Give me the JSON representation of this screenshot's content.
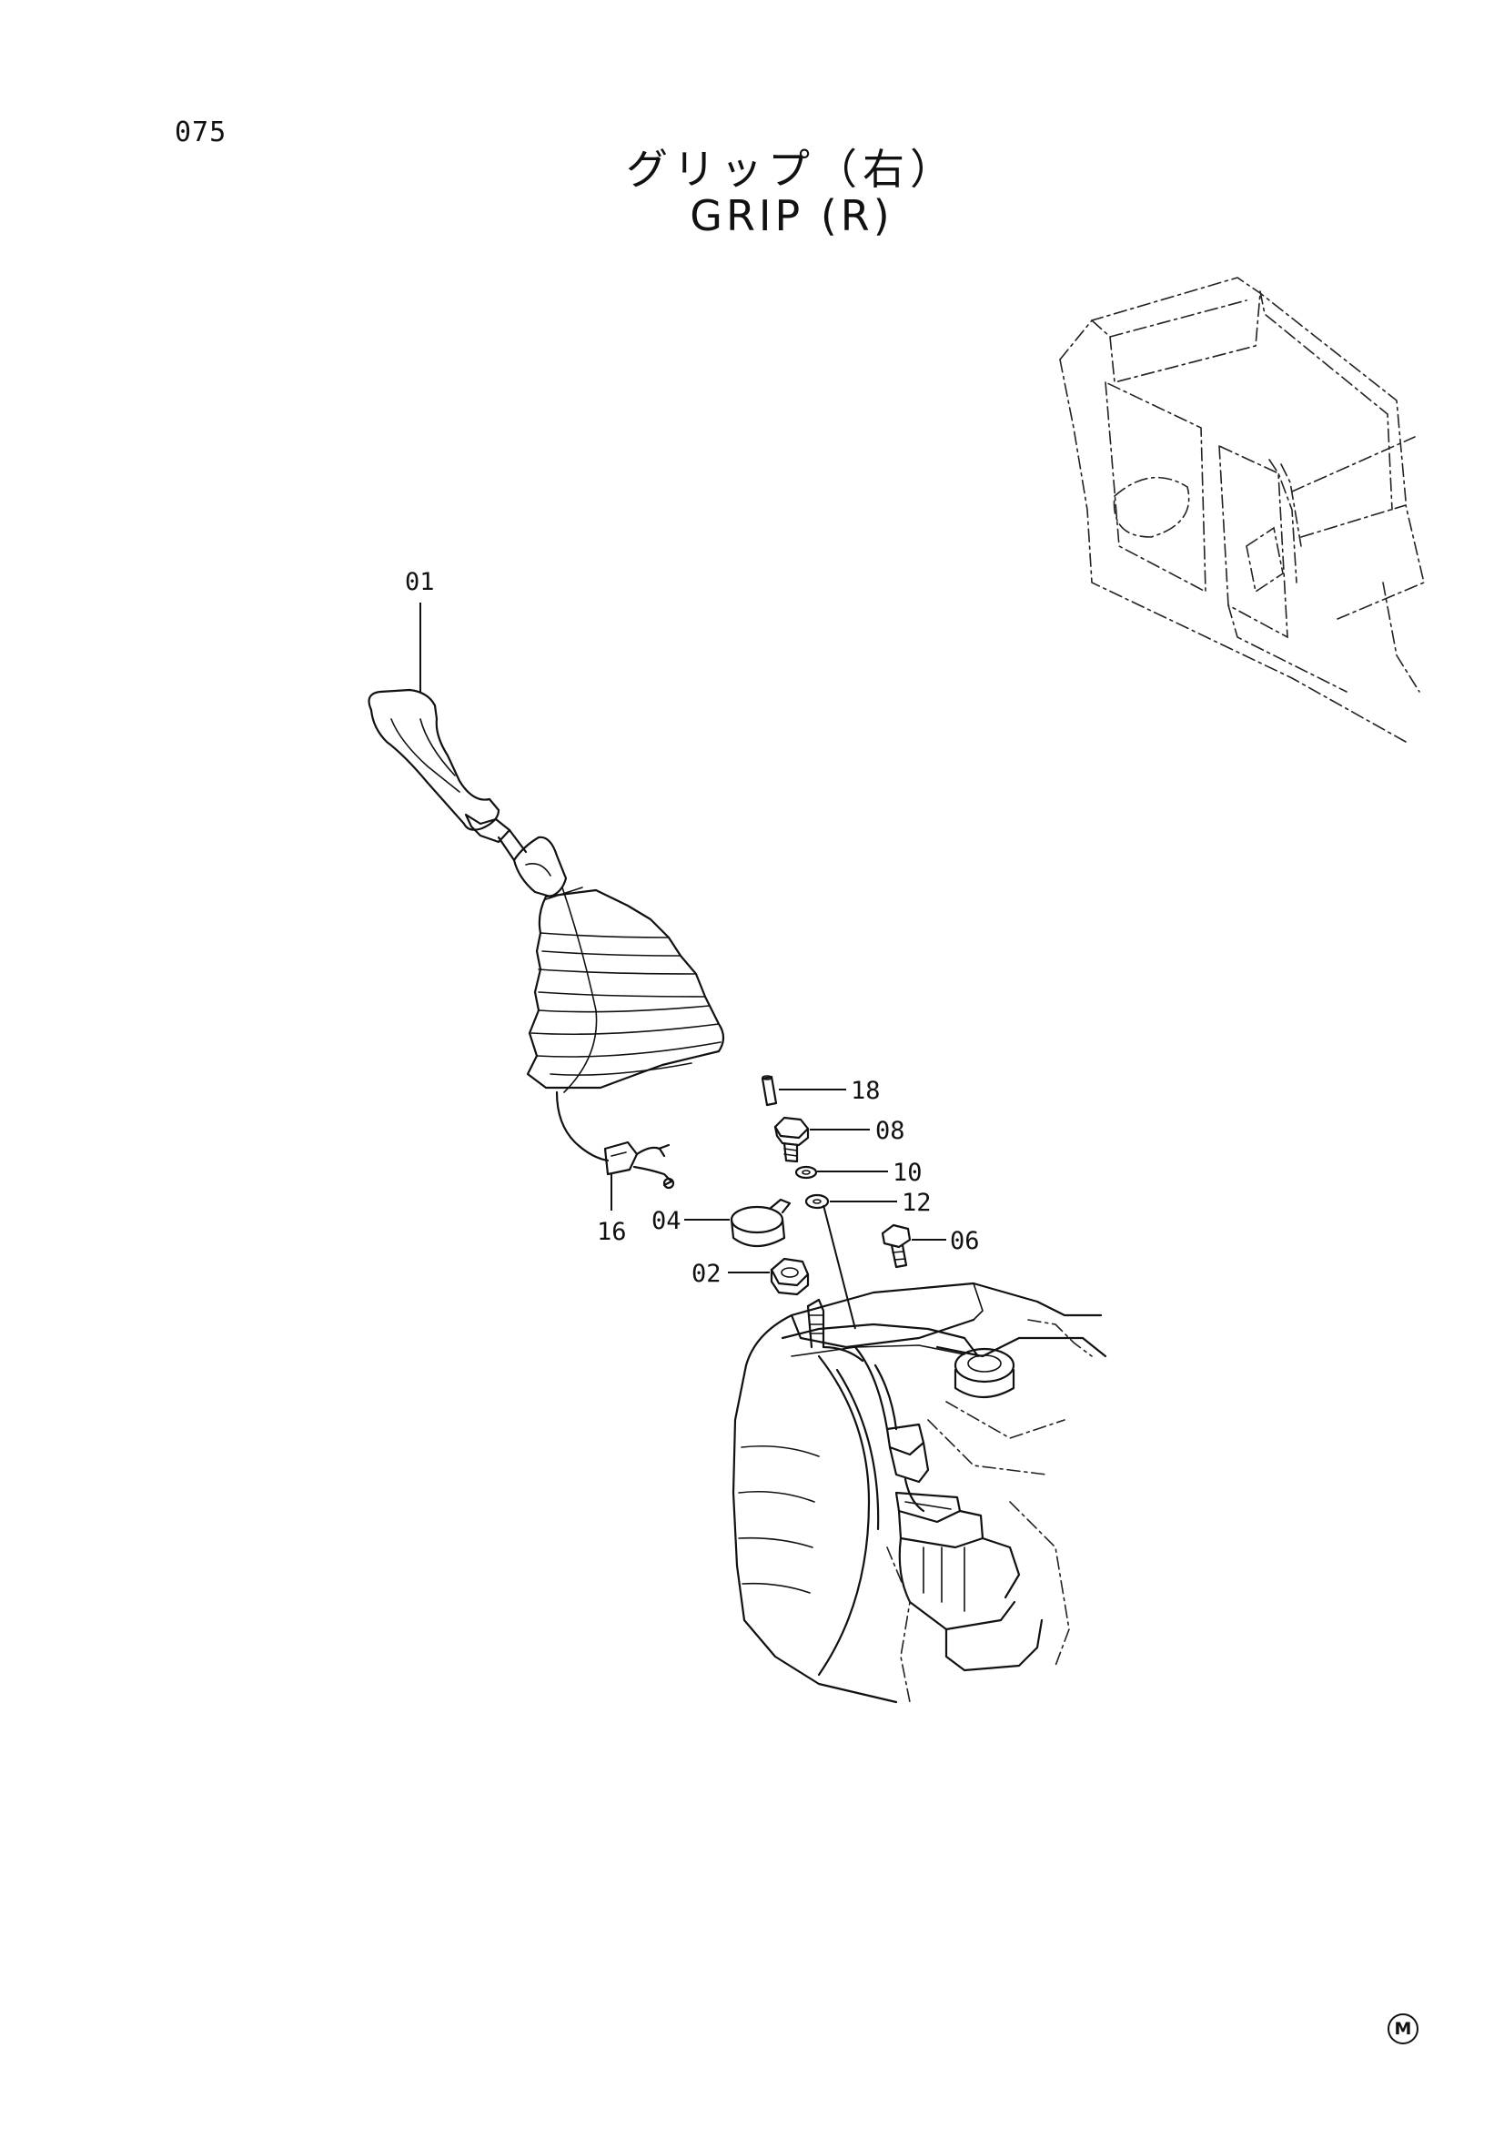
{
  "page_number": "075",
  "title": {
    "japanese": "グリップ（右）",
    "english": "GRIP (R)"
  },
  "callouts": {
    "p01": "01",
    "p02": "02",
    "p04": "04",
    "p06": "06",
    "p08": "08",
    "p10": "10",
    "p12": "12",
    "p16": "16",
    "p18": "18"
  },
  "corner_mark": "M"
}
